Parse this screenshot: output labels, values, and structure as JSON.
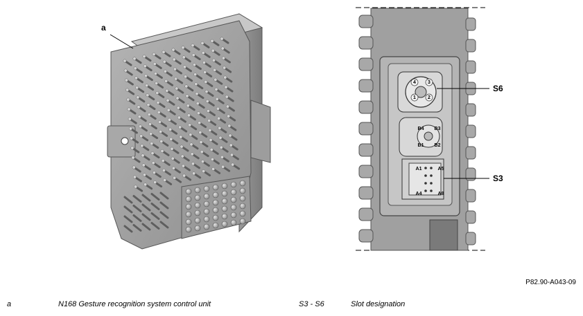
{
  "figure": {
    "callouts": {
      "a": "a",
      "s6": "S6",
      "s3": "S3"
    },
    "connector_s6_pins": [
      "4",
      "3",
      "1",
      "2"
    ],
    "connector_b_pins": [
      "B4",
      "B3",
      "B1",
      "B2"
    ],
    "connector_s3_pins": [
      "A1",
      "A5",
      "A4",
      "A8"
    ],
    "reference": "P82.90-A043-09"
  },
  "legend": [
    {
      "key": "a",
      "text": "N168 Gesture recognition system control unit"
    },
    {
      "key": "S3 - S6",
      "text": "Slot designation"
    }
  ]
}
